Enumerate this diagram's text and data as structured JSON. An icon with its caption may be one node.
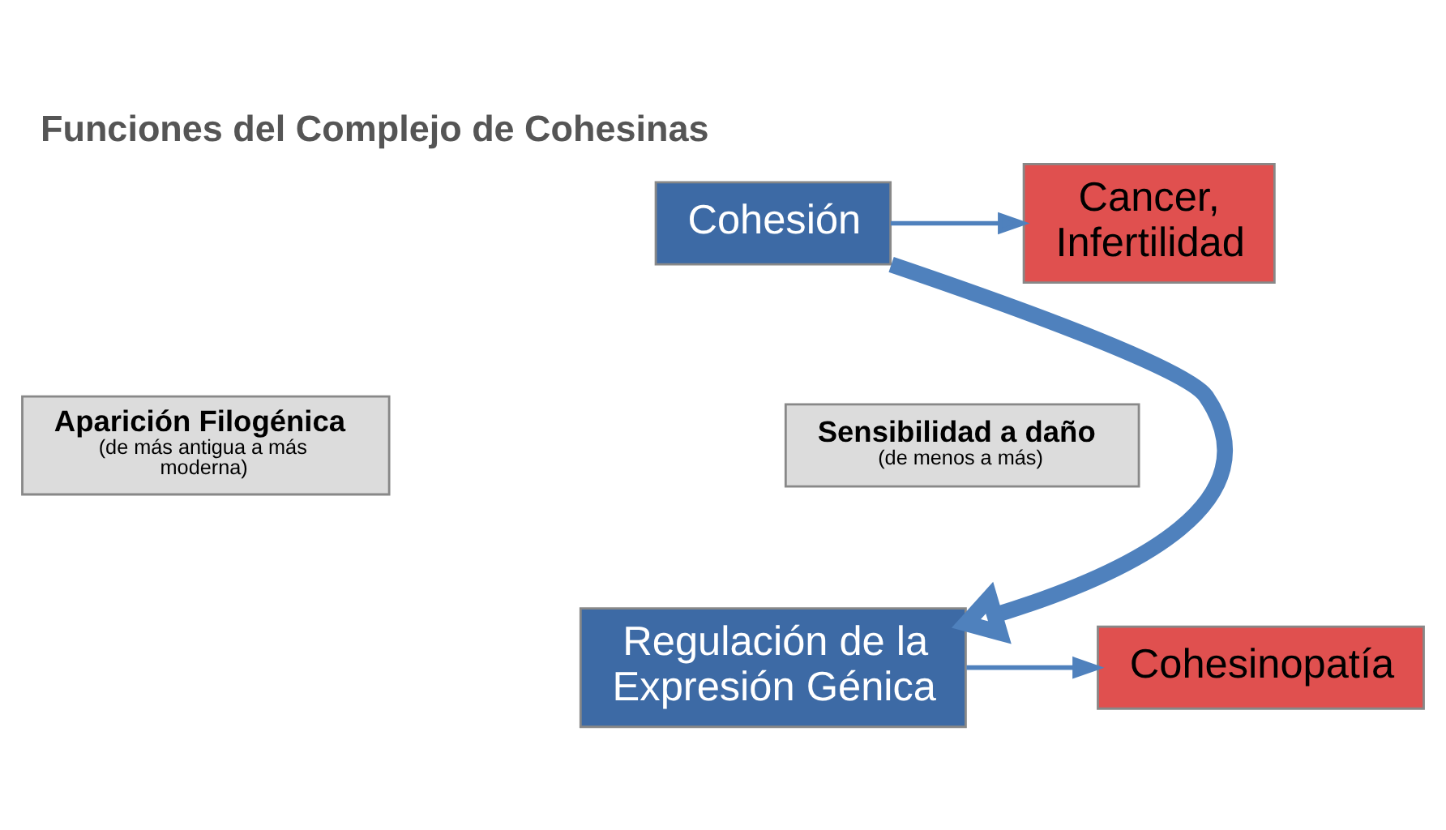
{
  "diagram": {
    "title": "Funciones del Complejo de Cohesinas",
    "nodes": [
      {
        "text": [
          "Cohesión"
        ]
      },
      {
        "text": [
          "Cancer, Infertilidad"
        ]
      },
      {
        "text": [
          "Aparición Filogénica",
          "(de más antigua a más moderna)"
        ]
      },
      {
        "text": [
          "Sensibilidad a daño",
          "(de menos a más)"
        ]
      },
      {
        "text": [
          "Regulación de la Expresión Génica"
        ]
      },
      {
        "text": [
          "Cohesinopatía"
        ]
      }
    ],
    "edges": [
      {
        "from": 0,
        "to": 1,
        "arrow": "to"
      },
      {
        "from": 0,
        "to": 4,
        "arrow": "to",
        "style": "thick"
      },
      {
        "from": 4,
        "to": 5,
        "arrow": "to"
      }
    ]
  }
}
